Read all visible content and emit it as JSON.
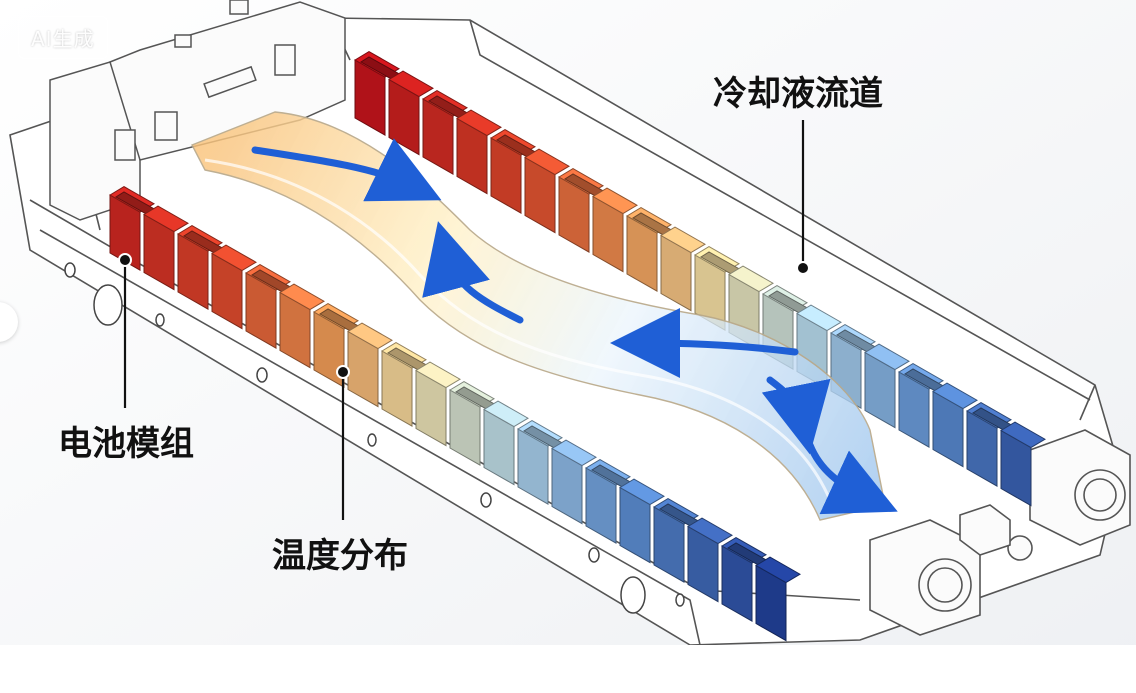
{
  "watermark": "AI生成",
  "labels": {
    "coolant_channel": "冷却液流道",
    "battery_module": "电池模组",
    "temperature_distribution": "温度分布"
  },
  "colors": {
    "hot": "#c8141c",
    "warm": "#f08a3a",
    "neutral": "#f5e6a8",
    "cool": "#a9d2ec",
    "cold": "#1f3f9c",
    "flow_arrow": "#1f5fd6"
  }
}
